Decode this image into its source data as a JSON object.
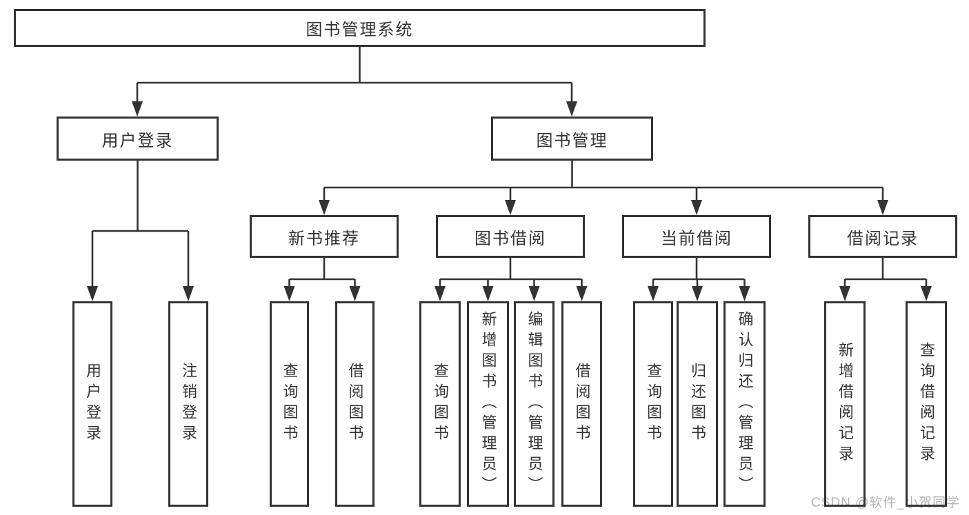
{
  "diagram": {
    "root": {
      "label": "图书管理系统"
    },
    "branches": [
      {
        "label": "用户登录",
        "children": [
          "用户登录",
          "注销登录"
        ]
      },
      {
        "label": "图书管理",
        "children": [
          {
            "label": "新书推荐",
            "children": [
              "查询图书",
              "借阅图书"
            ]
          },
          {
            "label": "图书借阅",
            "children": [
              "查询图书",
              "新增图书（管理员）",
              "编辑图书（管理员）",
              "借阅图书"
            ]
          },
          {
            "label": "当前借阅",
            "children": [
              "查询图书",
              "归还图书",
              "确认归还（管理员）"
            ]
          },
          {
            "label": "借阅记录",
            "children": [
              "新增借阅记录",
              "查询借阅记录"
            ]
          }
        ]
      }
    ]
  },
  "watermark": {
    "text": "CSDN @软件_小贺同学",
    "color": "#b5b5b5"
  },
  "colors": {
    "line": "#333333",
    "box_border": "#333333",
    "box_fill": "#ffffff",
    "text": "#333333",
    "background": "#ffffff"
  }
}
